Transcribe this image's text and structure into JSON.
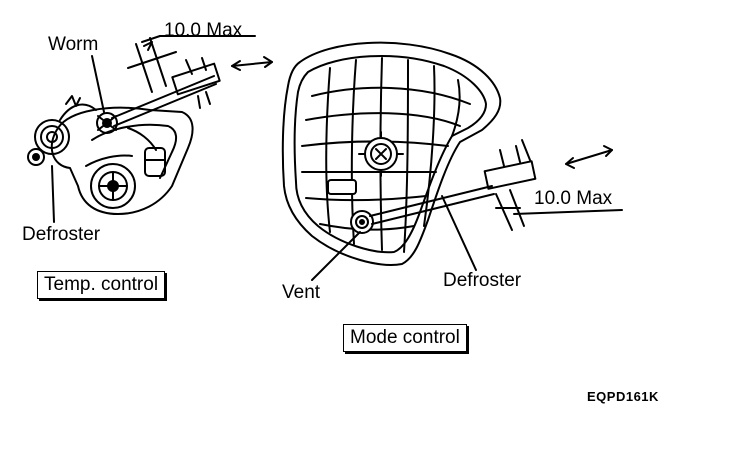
{
  "temp_control": {
    "caption": "Temp. control",
    "worm_label": "Worm",
    "defroster_label": "Defroster",
    "clearance_label": "10.0 Max"
  },
  "mode_control": {
    "caption": "Mode control",
    "vent_label": "Vent",
    "defroster_label": "Defroster",
    "clearance_label": "10.0 Max"
  },
  "figure_code": "EQPD161K",
  "colors": {
    "ink": "#000000",
    "paper": "#ffffff"
  }
}
